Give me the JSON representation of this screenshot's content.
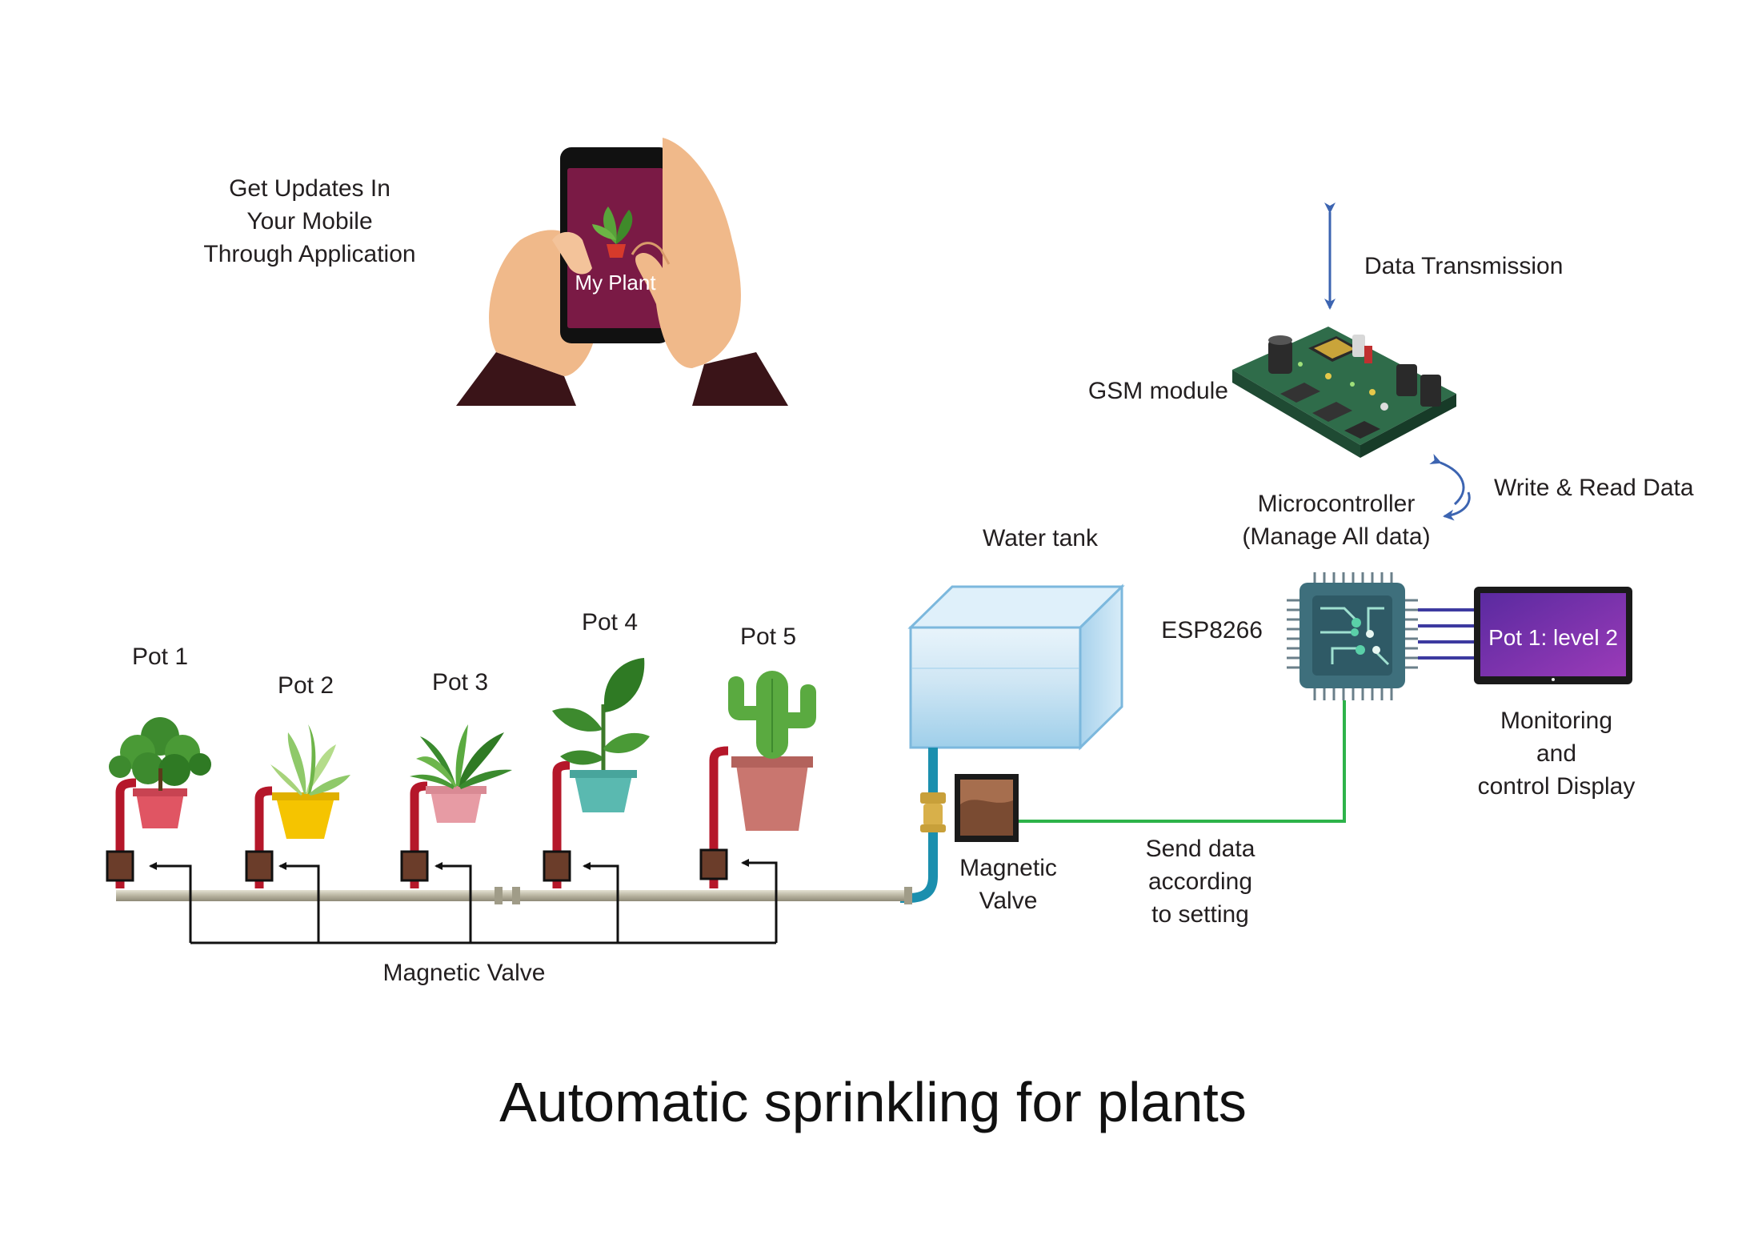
{
  "title": "Automatic sprinkling for plants",
  "mobile": {
    "caption": [
      "Get Updates In",
      "Your Mobile",
      "Through Application"
    ],
    "screen_text": "My Plant"
  },
  "gsm": {
    "label": "GSM module",
    "data_transmission": "Data Transmission",
    "write_read": "Write & Read Data"
  },
  "microcontroller": {
    "label": [
      "Microcontroller",
      "(Manage All data)"
    ],
    "chip": "ESP8266"
  },
  "display": {
    "screen_text": "Pot 1: level 2",
    "caption": [
      "Monitoring",
      "and",
      "control Display"
    ]
  },
  "tank": {
    "label": "Water tank"
  },
  "main_valve": {
    "label": [
      "Magnetic",
      "Valve"
    ]
  },
  "send_data": [
    "Send data",
    "according",
    "to setting"
  ],
  "pots": [
    {
      "label": "Pot 1",
      "pot_color": "#e05563",
      "plant": "bush-plant-icon"
    },
    {
      "label": "Pot 2",
      "pot_color": "#f5c400",
      "plant": "grass-plant-icon"
    },
    {
      "label": "Pot 3",
      "pot_color": "#e79ba4",
      "plant": "spider-plant-icon"
    },
    {
      "label": "Pot 4",
      "pot_color": "#5ab9b0",
      "plant": "leafy-plant-icon"
    },
    {
      "label": "Pot 5",
      "pot_color": "#c9766f",
      "plant": "cactus-icon"
    }
  ],
  "pot_valves_label": "Magnetic Valve",
  "colors": {
    "phone_screen": "#7a1a45",
    "display_screen": "#7b2ea8",
    "riser": "#b5172a",
    "pipe": "#c9c5b4",
    "water_pipe": "#1b8fae",
    "signal_line": "#2db34a",
    "bus_lines": "#3d3aa0",
    "arrow_blue": "#3c64b1",
    "chip": "#3e6f7c"
  }
}
